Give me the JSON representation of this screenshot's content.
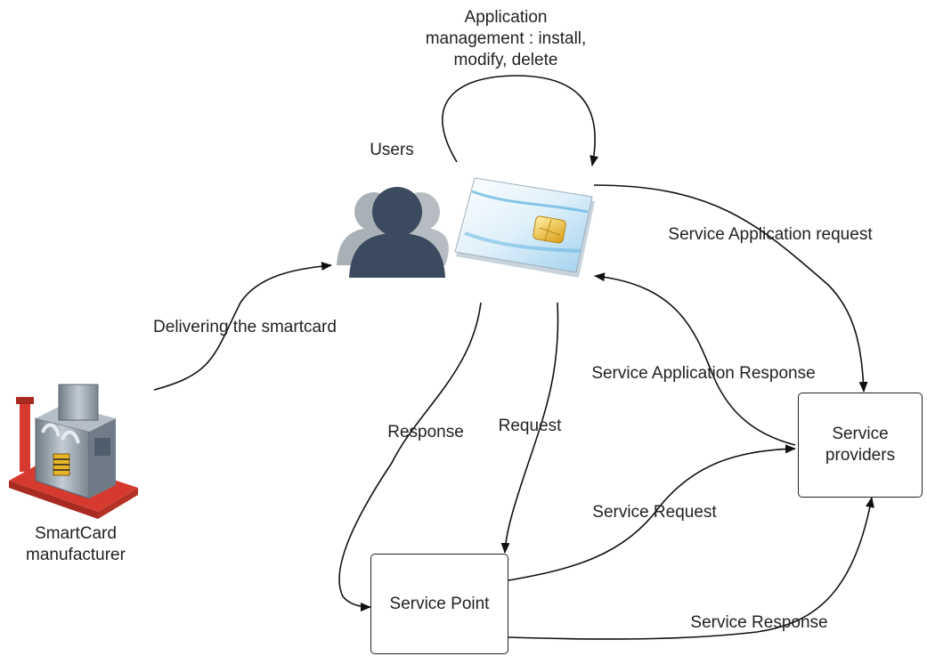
{
  "labels": {
    "app_mgmt": [
      "Application",
      "management : install,",
      "modify, delete"
    ],
    "users": "Users",
    "service_app_request": "Service Application request",
    "delivering": "Delivering the smartcard",
    "service_app_response": "Service Application Response",
    "response": "Response",
    "request": "Request",
    "service_request": "Service Request",
    "service_response": "Service Response",
    "manufacturer": [
      "SmartCard",
      "manufacturer"
    ]
  },
  "nodes": {
    "service_point": "Service Point",
    "service_providers": [
      "Service",
      "providers"
    ]
  },
  "icons": {
    "users": "users-group-icon",
    "smartcard": "smartcard-chip-icon",
    "factory": "factory-icon"
  },
  "colors": {
    "line": "#111111",
    "user_front": "#3b4a5e",
    "user_back": "#a9b0b6",
    "card_blue": "#5ab0e0",
    "chip_gold": "#e8b52a",
    "factory_red": "#d63a2e",
    "factory_gray": "#8e9aa5"
  }
}
